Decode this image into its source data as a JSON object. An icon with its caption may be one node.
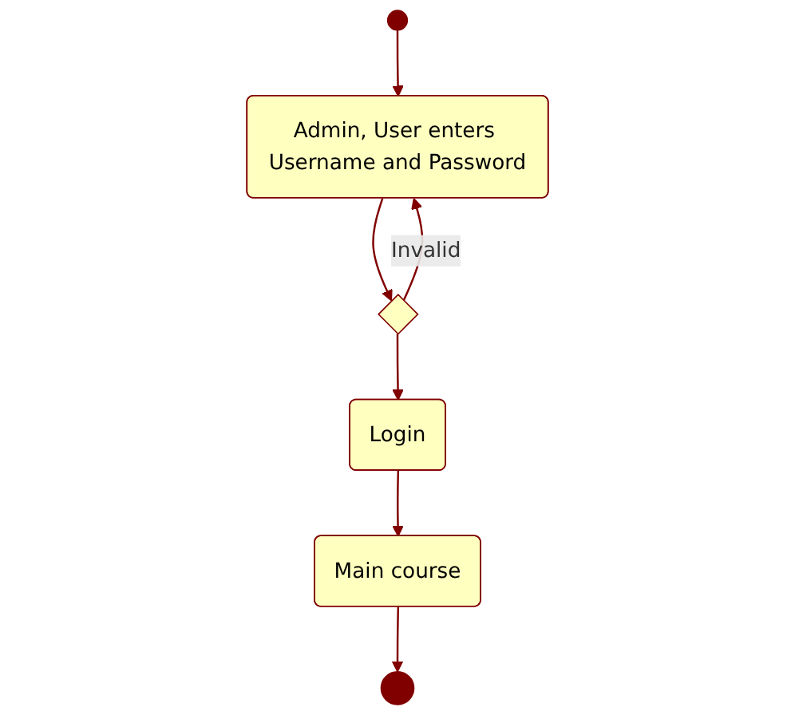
{
  "diagram": {
    "nodes": [
      {
        "text": [],
        "shape": "circle"
      },
      {
        "text": [
          "Admin, User enters Username and Password"
        ]
      },
      {
        "text": [],
        "shape": "diamond"
      },
      {
        "text": [
          "Login"
        ]
      },
      {
        "text": [
          "Main course"
        ]
      },
      {
        "text": [],
        "shape": "bullseye"
      }
    ],
    "edges": [
      {
        "from": 0,
        "to": 1,
        "arrow": "to"
      },
      {
        "from": 1,
        "to": 2,
        "arrow": "to"
      },
      {
        "from": 2,
        "to": 1,
        "arrow": "to",
        "label": "Invalid"
      },
      {
        "from": 2,
        "to": 3,
        "arrow": "to"
      },
      {
        "from": 3,
        "to": 4,
        "arrow": "to"
      },
      {
        "from": 4,
        "to": 5,
        "arrow": "to"
      }
    ]
  }
}
